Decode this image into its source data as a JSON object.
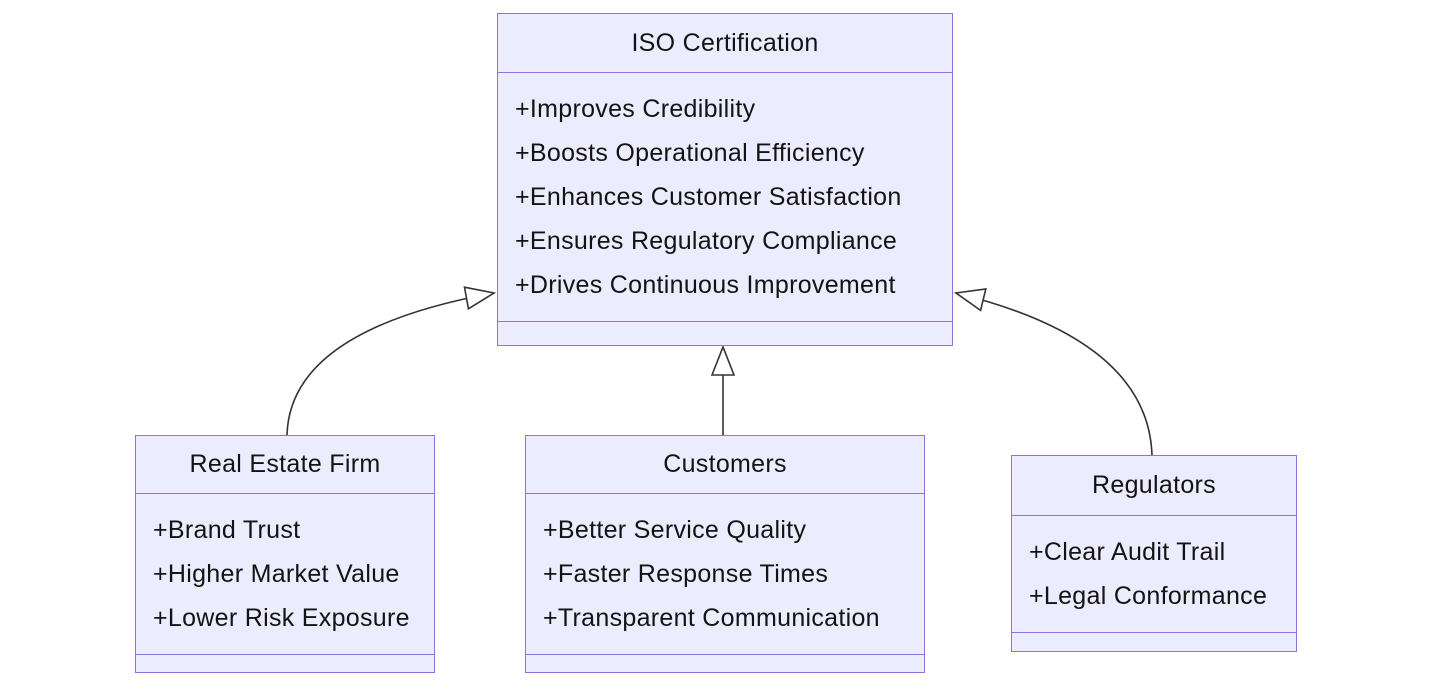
{
  "diagram": {
    "type": "class-diagram",
    "classes": [
      {
        "title": "ISO Certification",
        "attributes": [
          "+Improves Credibility",
          "+Boosts Operational Efficiency",
          "+Enhances Customer Satisfaction",
          "+Ensures Regulatory Compliance",
          "+Drives Continuous Improvement"
        ]
      },
      {
        "title": "Real Estate Firm",
        "attributes": [
          "+Brand Trust",
          "+Higher Market Value",
          "+Lower Risk Exposure"
        ]
      },
      {
        "title": "Customers",
        "attributes": [
          "+Better Service Quality",
          "+Faster Response Times",
          "+Transparent Communication"
        ]
      },
      {
        "title": "Regulators",
        "attributes": [
          "+Clear Audit Trail",
          "+Legal Conformance"
        ]
      }
    ],
    "relationships": [
      {
        "from": "Real Estate Firm",
        "to": "ISO Certification",
        "type": "inheritance"
      },
      {
        "from": "Customers",
        "to": "ISO Certification",
        "type": "inheritance"
      },
      {
        "from": "Regulators",
        "to": "ISO Certification",
        "type": "inheritance"
      }
    ],
    "colors": {
      "node_fill": "#ECECFF",
      "node_border": "#9370DB",
      "edge": "#333333",
      "text": "#131313",
      "background": "#ffffff"
    }
  }
}
